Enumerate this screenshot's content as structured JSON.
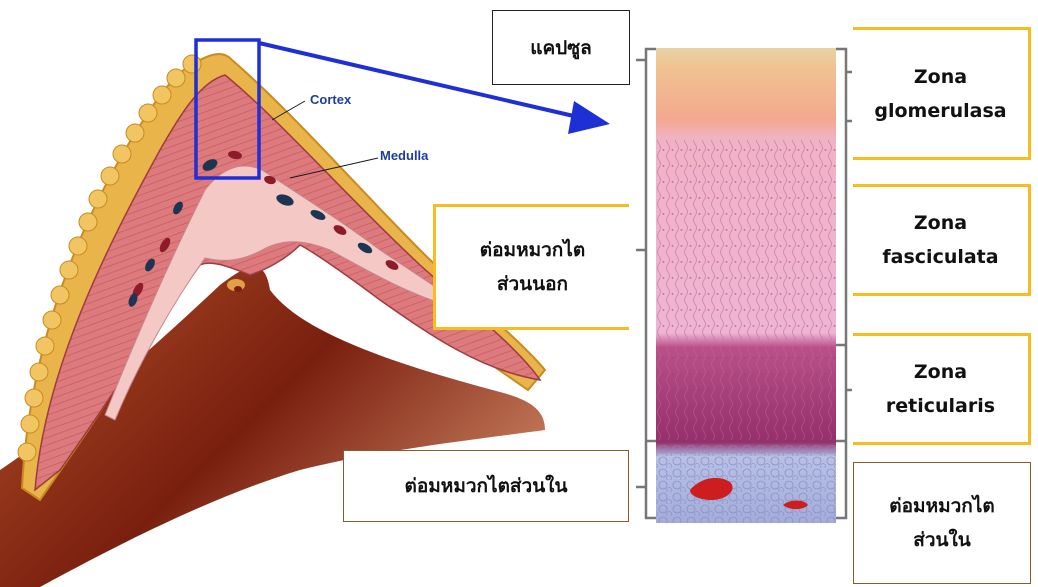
{
  "labels": {
    "cortex": "Cortex",
    "medulla": "Medulla",
    "capsule": "แคปซูล",
    "adrenal_cortex": [
      "ต่อมหมวกไต",
      "ส่วนนอก"
    ],
    "adrenal_medulla_left": "ต่อมหมวกไตส่วนใน",
    "zona_glomerulosa": [
      "Zona",
      "glomerulasa"
    ],
    "zona_fasciculata": [
      "Zona",
      "fasciculata"
    ],
    "zona_reticularis": [
      "Zona",
      "reticularis"
    ],
    "adrenal_medulla_right": [
      "ต่อมหมวกไต",
      "ส่วนใน"
    ]
  },
  "colors": {
    "capsule_fat": "#e8b04a",
    "cortex": "#d9777a",
    "medulla": "#f2c5c3",
    "glomerulosa": "#f0b58f",
    "fasciculata": "#efb5d8",
    "reticularis": "#9c3a72",
    "medulla_layer": "#a9b5df",
    "arrow": "#1f2fd6",
    "box_yellow": "#f5bd1f"
  }
}
